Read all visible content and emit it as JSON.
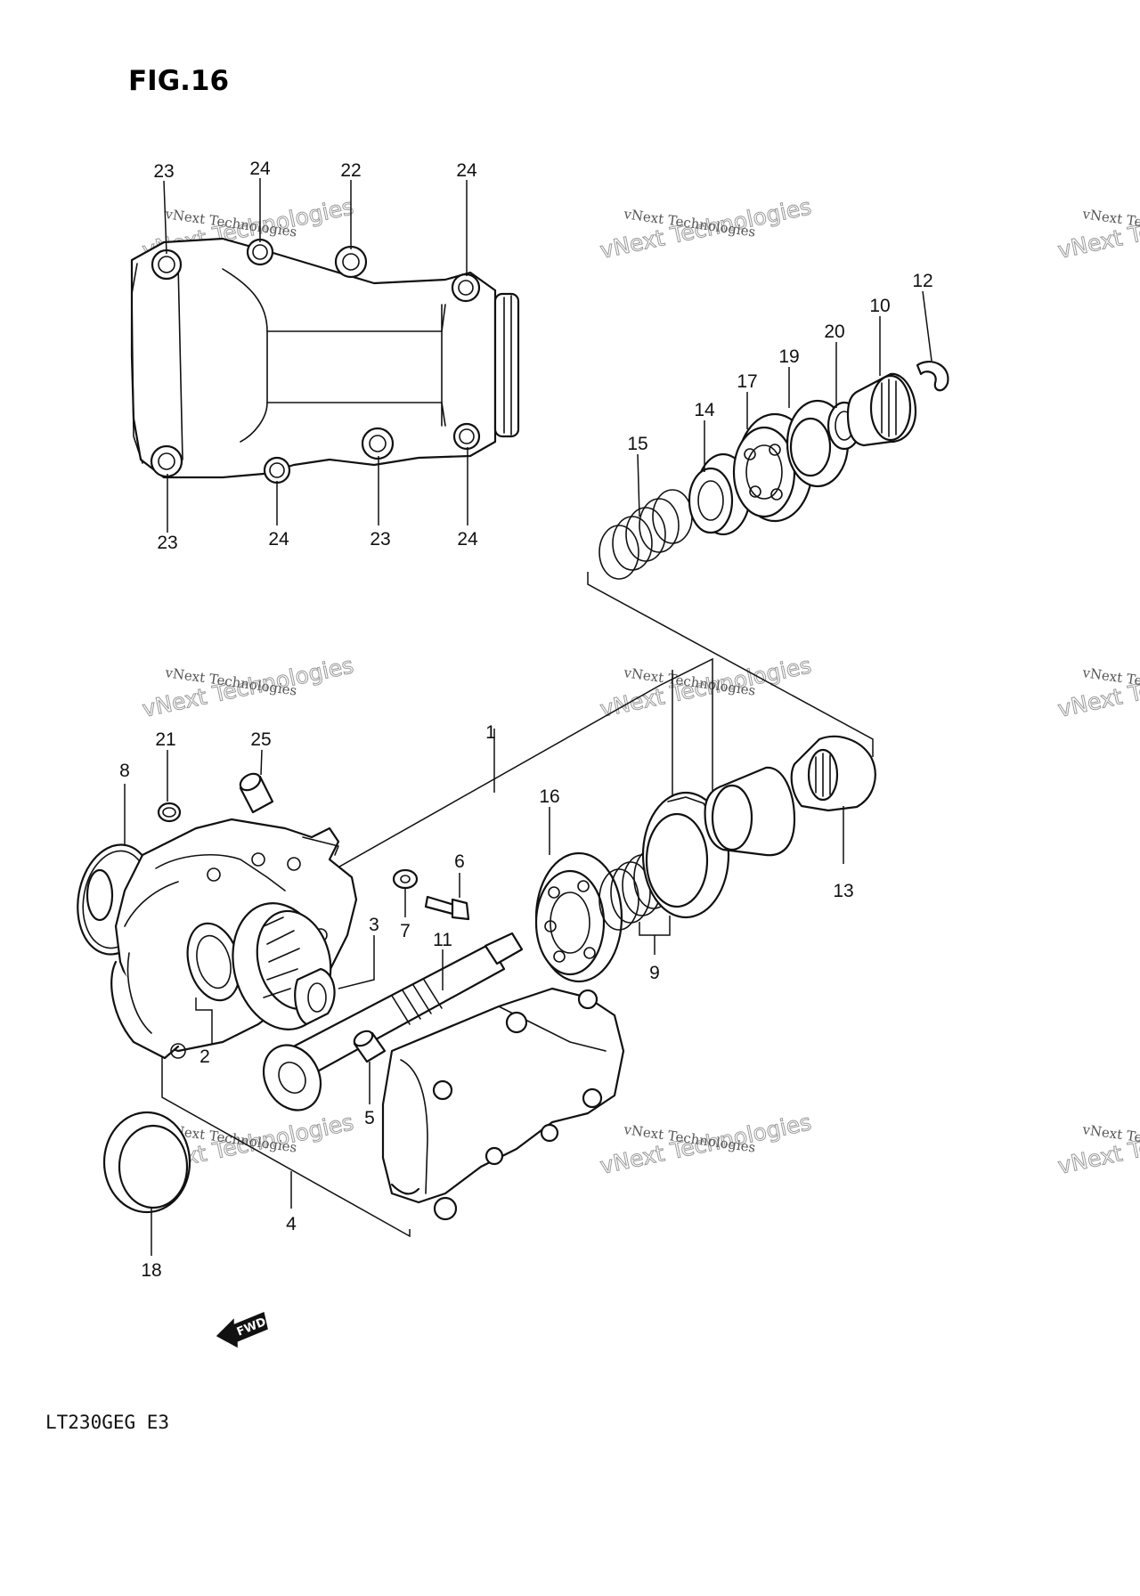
{
  "figure": {
    "title": "FIG.16",
    "model_code": "LT230GEG  E3",
    "direction_label": "FWD"
  },
  "watermark": {
    "line1": "vNext Technologies",
    "line2": "vNext Technologies"
  },
  "callouts": {
    "p1": "1",
    "p2": "2",
    "p3": "3",
    "p4": "4",
    "p5": "5",
    "p6": "6",
    "p7": "7",
    "p8": "8",
    "p9": "9",
    "p10": "10",
    "p11": "11",
    "p12": "12",
    "p13": "13",
    "p14": "14",
    "p15": "15",
    "p16": "16",
    "p17": "17",
    "p18": "18",
    "p19": "19",
    "p20": "20",
    "p21": "21",
    "p22": "22",
    "p23a": "23",
    "p23b": "23",
    "p23c": "23",
    "p24a": "24",
    "p24b": "24",
    "p24c": "24",
    "p24d": "24",
    "p25": "25"
  }
}
